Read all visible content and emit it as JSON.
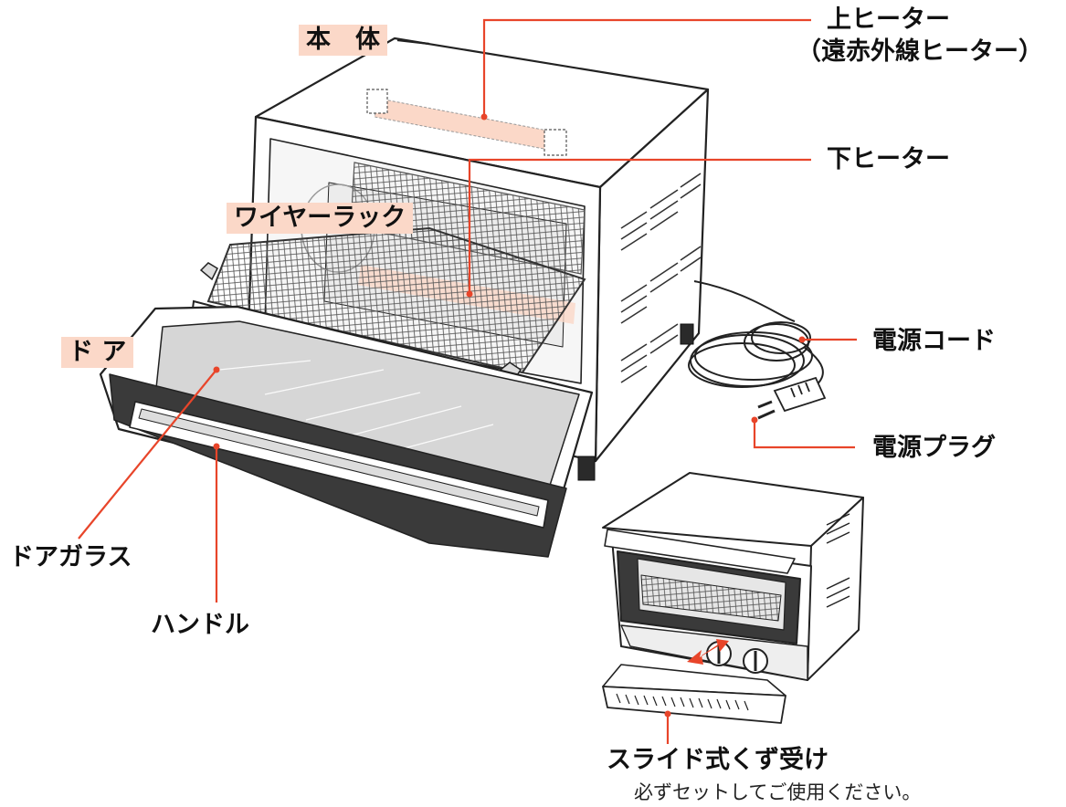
{
  "labels": {
    "hontai": "本　体",
    "upper_heater": "上ヒーター",
    "upper_heater_sub": "（遠赤外線ヒーター）",
    "lower_heater": "下ヒーター",
    "wire_rack": "ワイヤーラック",
    "door": "ド ア",
    "power_cord": "電源コード",
    "power_plug": "電源プラグ",
    "door_glass": "ドアガラス",
    "handle": "ハンドル",
    "crumb_tray": "スライド式くず受け",
    "crumb_tray_note": "必ずセットしてご使用ください。"
  },
  "colors": {
    "leader": "#e8452a",
    "highlight": "#fbd8c8",
    "outline": "#222222",
    "glass": "#d6d6d6",
    "dark_part": "#3a3a3a"
  }
}
